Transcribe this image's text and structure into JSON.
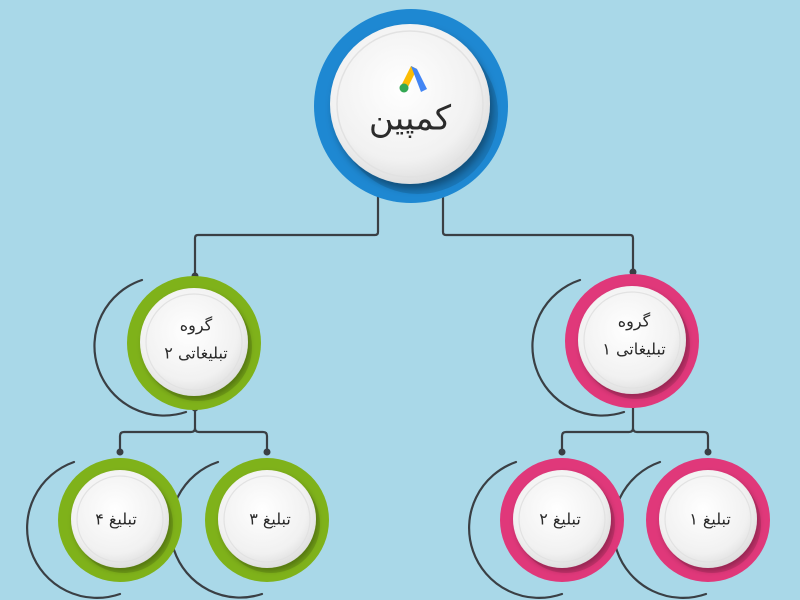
{
  "colors": {
    "background": "#a9d8e8",
    "root_ring": "#1e88d2",
    "group_1_ring": "#e0387a",
    "group_2_ring": "#7fb21a",
    "connector": "#3a3f44",
    "disc": "#f2f2f2"
  },
  "root": {
    "label": "کمپین",
    "icon": "google-ads-logo-icon"
  },
  "groups": [
    {
      "line1": "گروه",
      "line2": "تبلیغاتی ۱"
    },
    {
      "line1": "گروه",
      "line2": "تبلیغاتی ۲"
    }
  ],
  "ads": [
    {
      "label": "تبلیغ ۱"
    },
    {
      "label": "تبلیغ ۲"
    },
    {
      "label": "تبلیغ ۳"
    },
    {
      "label": "تبلیغ ۴"
    }
  ]
}
